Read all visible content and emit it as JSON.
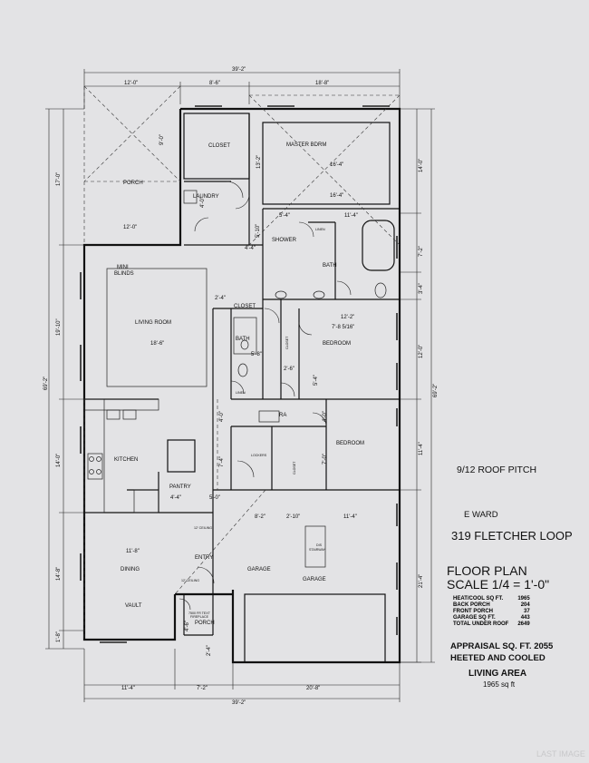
{
  "plan": {
    "rooms": {
      "porch": "PORCH",
      "closet_top": "CLOSET",
      "master_bdrm": "MASTER BDRM",
      "laundry": "LAUNDRY",
      "shower": "SHOWER",
      "linen_top": "LINEN",
      "bath_master": "BATH",
      "mini_blinds_1": "MINI",
      "mini_blinds_2": "BLINDS",
      "living_room": "LIVING ROOM",
      "closet_mid": "CLOSET",
      "bath_hall": "BATH",
      "closet_vert": "CLOSET",
      "bedroom_1": "BEDROOM",
      "linen_mid": "LINEN",
      "ra": "RA",
      "kitchen": "KITCHEN",
      "lockers": "LOCKERS",
      "closet_vert2": "CLOSET",
      "bedroom_2": "BEDROOM",
      "pantry": "PANTRY",
      "ceiling_12_a": "12' CEILING",
      "dis_stairway_1": "DIS",
      "dis_stairway_2": "STAIRWAY",
      "dining": "DINING",
      "entry": "ENTRY",
      "garage_1": "GARAGE",
      "garage_2": "GARAGE",
      "ceiling_12_b": "12' CEILING",
      "vault": "VAULT",
      "fireplace_1": "7500 FR TEXT",
      "fireplace_2": "FIREPLACE",
      "porch_front": "PORCH"
    },
    "dims": {
      "top_total": "39'-2\"",
      "top_left": "12'-0\"",
      "top_mid": "8'-6\"",
      "top_right": "18'-8\"",
      "porch_w": "12'-0\"",
      "porch_h": "9'-0\"",
      "closet_h": "13'-2\"",
      "mbr_w1": "16'-4\"",
      "mbr_w2": "16'-4\"",
      "laundry_w": "4'-0\"",
      "laundry_h": "5'-10\"",
      "hall_w": "5'-4\"",
      "bath_w": "11'-4\"",
      "hall_h": "4'-4\"",
      "living_w": "18'-6\"",
      "hall2": "2'-4\"",
      "bath_h": "5'-8\"",
      "bed1_w": "12'-2\"",
      "bed1_w2": "7'-8 5/16\"",
      "closet_d": "2'-6\"",
      "bed1_h": "5'-4\"",
      "ra_h": "4'-0\"",
      "ra_h2": "4'-0\"",
      "locker_h": "7'-4\"",
      "bed2_h": "7'-0\"",
      "pantry_w": "4'-4\"",
      "entry_w": "5'-0\"",
      "gar_top1": "8'-2\"",
      "gar_top2": "2'-10\"",
      "gar_top3": "11'-4\"",
      "dining_w": "11'-8\"",
      "vault_h": "4'-6\"",
      "front_h": "2'-4\"",
      "bot_left": "11'-4\"",
      "bot_mid": "7'-2\"",
      "bot_right": "20'-8\"",
      "bot_total": "39'-2\"",
      "left_1": "17'-0\"",
      "left_2": "19'-10\"",
      "left_3": "14'-0\"",
      "left_4": "14'-8\"",
      "left_total": "69'-2\"",
      "left_5": "1'-8\"",
      "right_1": "14'-0\"",
      "right_2": "7'-2\"",
      "right_3": "3'-4\"",
      "right_4": "12'-0\"",
      "right_5": "11'-4\"",
      "right_6": "21'-4\"",
      "right_total": "69'-2\""
    }
  },
  "info": {
    "roof_pitch": "9/12 ROOF PITCH",
    "owner": "E WARD",
    "address": "319 FLETCHER LOOP",
    "title": "FLOOR PLAN",
    "scale": "SCALE 1/4 = 1'-0\"",
    "sqft_table": [
      {
        "label": "HEAT/COOL SQ FT.",
        "value": "1965"
      },
      {
        "label": "BACK PORCH",
        "value": "204"
      },
      {
        "label": "FRONT PORCH",
        "value": "37"
      },
      {
        "label": "GARAGE SQ FT.",
        "value": "443"
      },
      {
        "label": "TOTAL UNDER ROOF",
        "value": "2649"
      }
    ],
    "appraisal": "APPRAISAL SQ. FT.   2055",
    "heated": "HEETED AND COOLED",
    "living_area": "LIVING AREA",
    "living_sqft": "1965 sq ft"
  },
  "watermark": "LAST IMAGE"
}
